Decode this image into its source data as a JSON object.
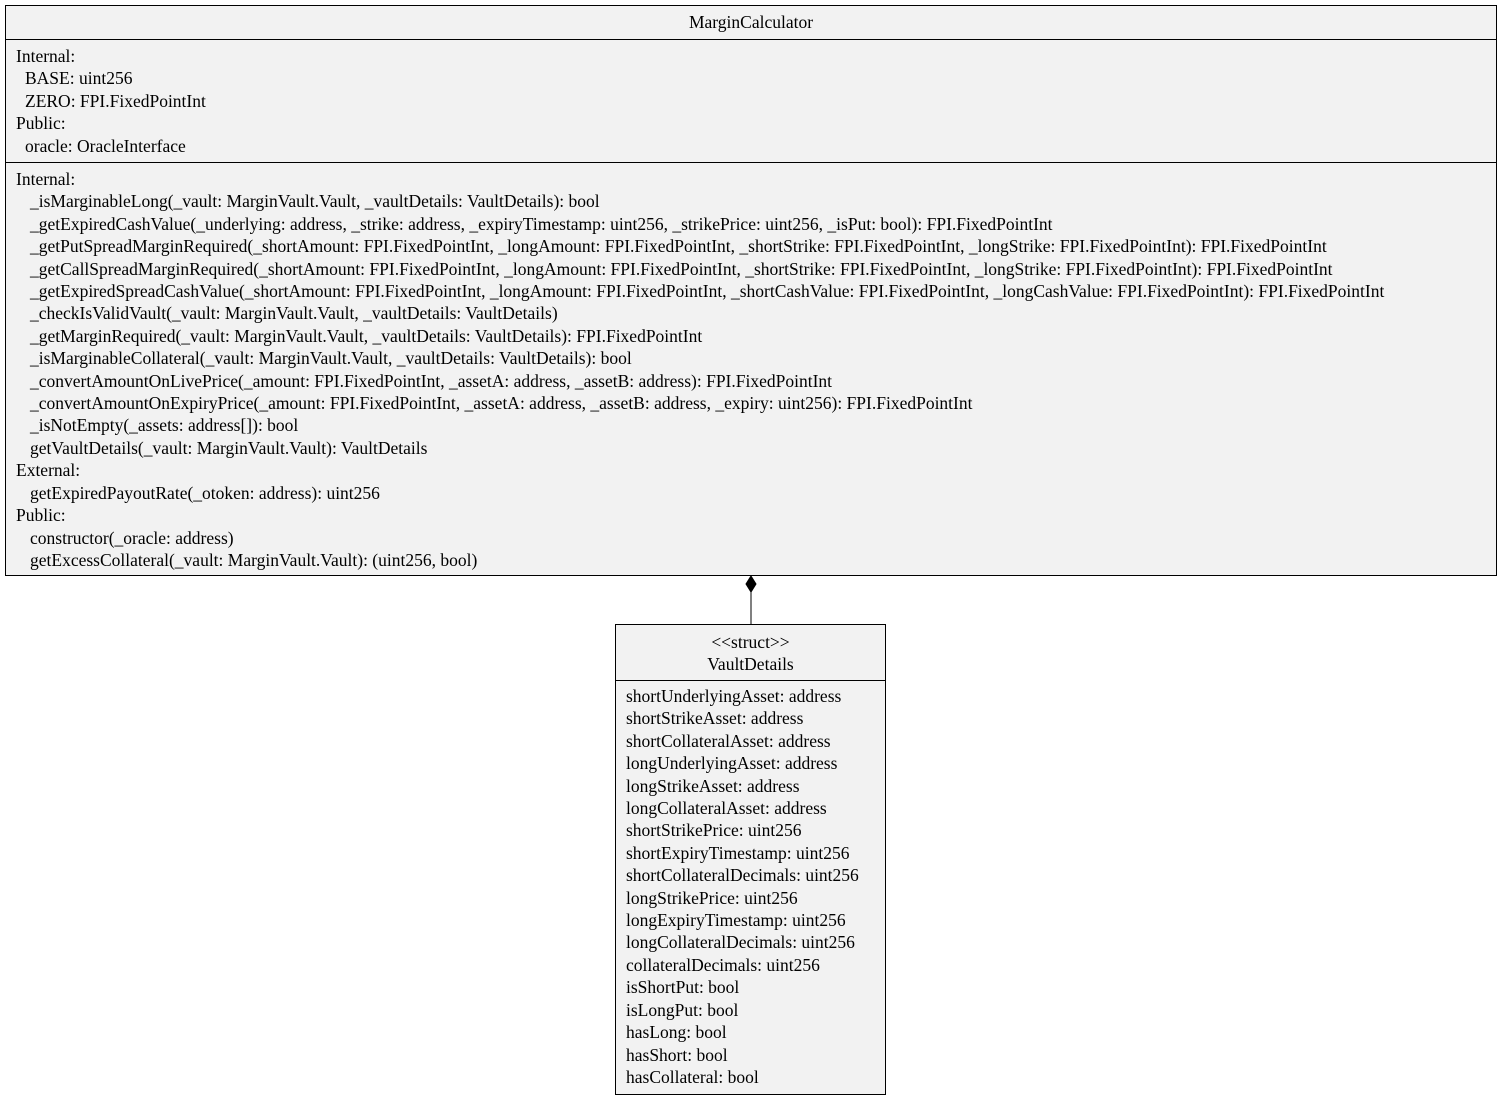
{
  "margin_calculator": {
    "name": "MarginCalculator",
    "attribute_groups": [
      {
        "visibility": "Internal:",
        "items": [
          "BASE: uint256",
          "ZERO: FPI.FixedPointInt"
        ]
      },
      {
        "visibility": "Public:",
        "items": [
          "oracle: OracleInterface"
        ]
      }
    ],
    "operation_groups": [
      {
        "visibility": "Internal:",
        "items": [
          "_isMarginableLong(_vault: MarginVault.Vault, _vaultDetails: VaultDetails): bool",
          "_getExpiredCashValue(_underlying: address, _strike: address, _expiryTimestamp: uint256, _strikePrice: uint256, _isPut: bool): FPI.FixedPointInt",
          "_getPutSpreadMarginRequired(_shortAmount: FPI.FixedPointInt, _longAmount: FPI.FixedPointInt, _shortStrike: FPI.FixedPointInt, _longStrike: FPI.FixedPointInt): FPI.FixedPointInt",
          "_getCallSpreadMarginRequired(_shortAmount: FPI.FixedPointInt, _longAmount: FPI.FixedPointInt, _shortStrike: FPI.FixedPointInt, _longStrike: FPI.FixedPointInt): FPI.FixedPointInt",
          "_getExpiredSpreadCashValue(_shortAmount: FPI.FixedPointInt, _longAmount: FPI.FixedPointInt, _shortCashValue: FPI.FixedPointInt, _longCashValue: FPI.FixedPointInt): FPI.FixedPointInt",
          "_checkIsValidVault(_vault: MarginVault.Vault, _vaultDetails: VaultDetails)",
          "_getMarginRequired(_vault: MarginVault.Vault, _vaultDetails: VaultDetails): FPI.FixedPointInt",
          "_isMarginableCollateral(_vault: MarginVault.Vault, _vaultDetails: VaultDetails): bool",
          "_convertAmountOnLivePrice(_amount: FPI.FixedPointInt, _assetA: address, _assetB: address): FPI.FixedPointInt",
          "_convertAmountOnExpiryPrice(_amount: FPI.FixedPointInt, _assetA: address, _assetB: address, _expiry: uint256): FPI.FixedPointInt",
          "_isNotEmpty(_assets: address[]): bool",
          "getVaultDetails(_vault: MarginVault.Vault): VaultDetails"
        ]
      },
      {
        "visibility": "External:",
        "items": [
          "getExpiredPayoutRate(_otoken: address): uint256"
        ]
      },
      {
        "visibility": "Public:",
        "items": [
          "constructor(_oracle: address)",
          "getExcessCollateral(_vault: MarginVault.Vault): (uint256, bool)"
        ]
      }
    ]
  },
  "vault_details": {
    "stereotype": "<<struct>>",
    "name": "VaultDetails",
    "fields": [
      "shortUnderlyingAsset: address",
      "shortStrikeAsset: address",
      "shortCollateralAsset: address",
      "longUnderlyingAsset: address",
      "longStrikeAsset: address",
      "longCollateralAsset: address",
      "shortStrikePrice: uint256",
      "shortExpiryTimestamp: uint256",
      "shortCollateralDecimals: uint256",
      "longStrikePrice: uint256",
      "longExpiryTimestamp: uint256",
      "longCollateralDecimals: uint256",
      "collateralDecimals: uint256",
      "isShortPut: bool",
      "isLongPut: bool",
      "hasLong: bool",
      "hasShort: bool",
      "hasCollateral: bool"
    ]
  },
  "relationship": {
    "type": "composition",
    "from": "MarginCalculator",
    "to": "VaultDetails"
  }
}
